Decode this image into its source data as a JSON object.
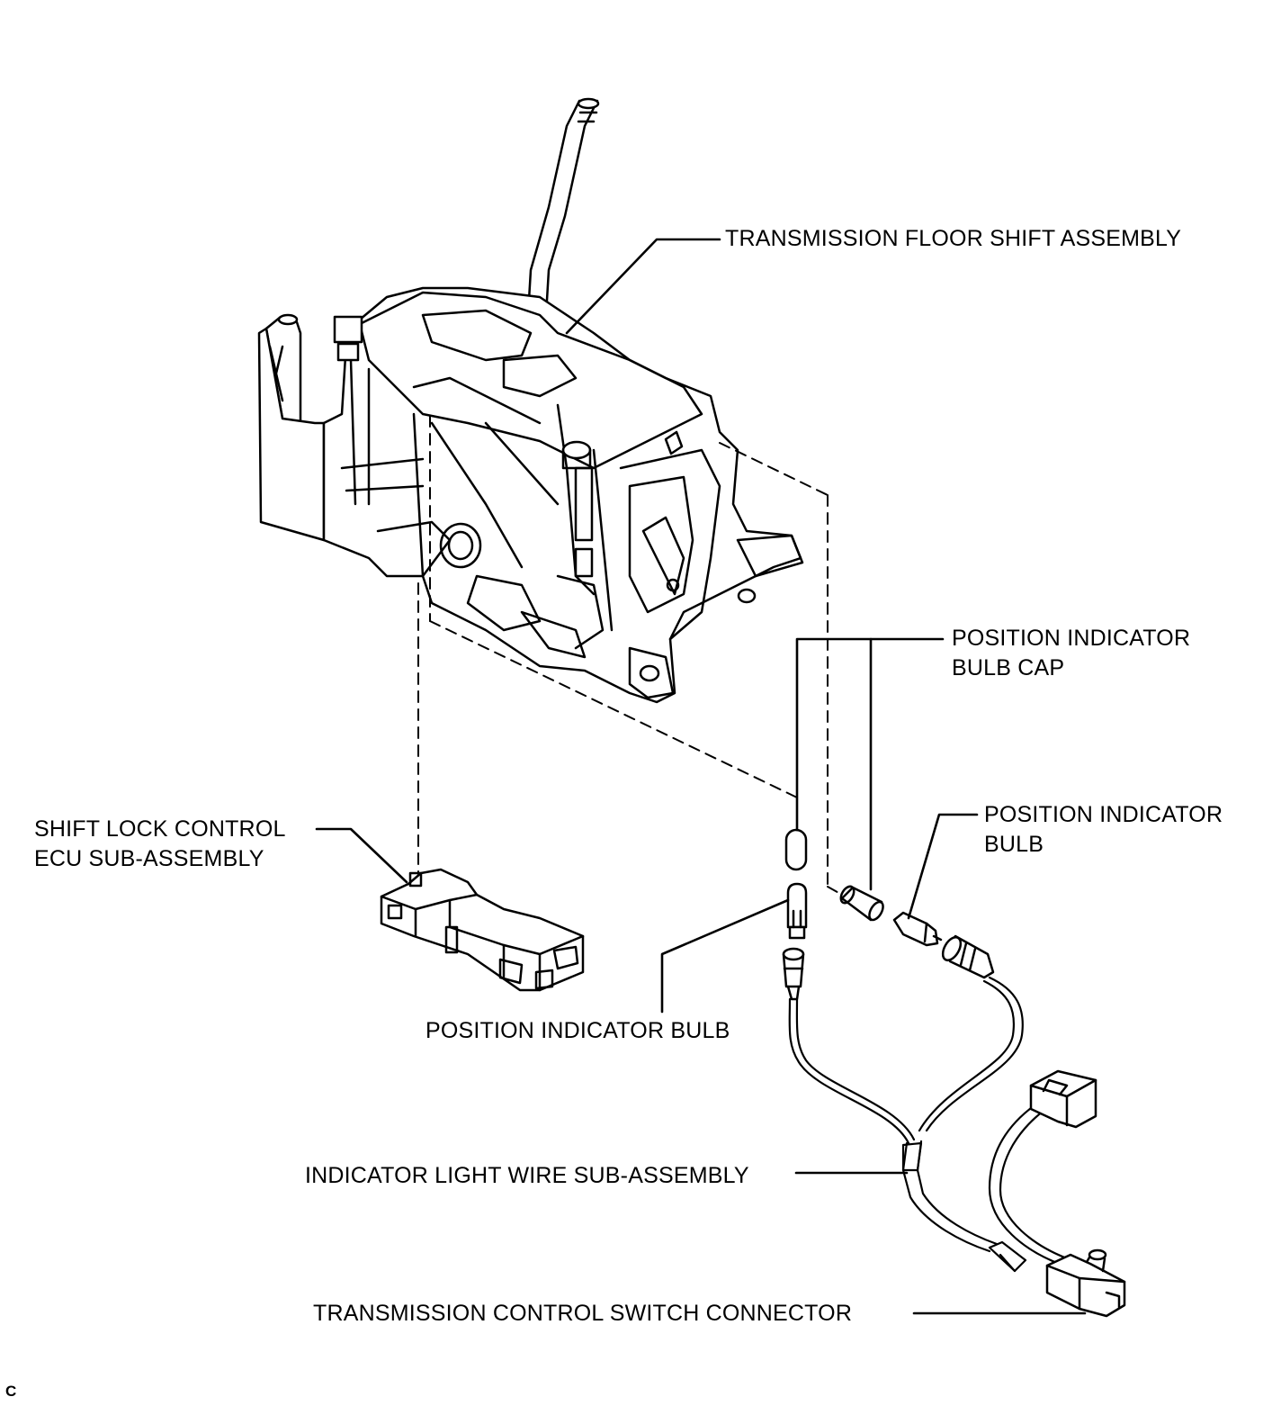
{
  "labels": {
    "floor_shift": "TRANSMISSION FLOOR SHIFT ASSEMBLY",
    "bulb_cap_line1": "POSITION INDICATOR",
    "bulb_cap_line2": "BULB CAP",
    "bulb_right_line1": "POSITION INDICATOR",
    "bulb_right_line2": "BULB",
    "shift_lock_line1": "SHIFT LOCK CONTROL",
    "shift_lock_line2": "ECU SUB-ASSEMBLY",
    "bulb_center": "POSITION INDICATOR BULB",
    "wire": "INDICATOR LIGHT WIRE SUB-ASSEMBLY",
    "connector": "TRANSMISSION CONTROL SWITCH CONNECTOR"
  },
  "corner_code": "C",
  "colors": {
    "line": "#000000",
    "background": "#ffffff"
  }
}
